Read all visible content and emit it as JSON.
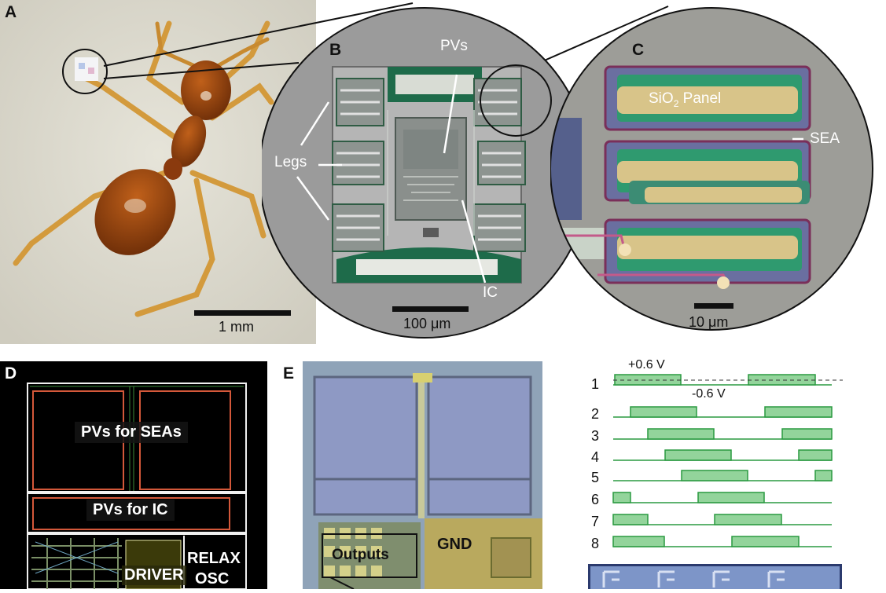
{
  "panels": {
    "a": {
      "letter": "A",
      "scalebar": "1 mm"
    },
    "b": {
      "letter": "B",
      "labels": {
        "pvs": "PVs",
        "legs": "Legs",
        "ic": "IC"
      },
      "scalebar": "100 μm"
    },
    "c": {
      "letter": "C",
      "labels": {
        "panel": "SiO",
        "panel_sub": "2",
        "panel_rest": " Panel",
        "sea": "SEA"
      },
      "scalebar": "10 μm"
    },
    "d": {
      "letter": "D",
      "labels": {
        "pvs_seas": "PVs for SEAs",
        "pvs_ic": "PVs for IC",
        "driver": "DRIVER",
        "relax": "RELAX",
        "osc": "OSC"
      }
    },
    "e": {
      "letter": "E",
      "labels": {
        "gnd": "GND",
        "outputs": "Outputs"
      }
    }
  },
  "signals": {
    "pos_voltage": "+0.6 V",
    "neg_voltage": "-0.6 V",
    "rows": [
      "1",
      "2",
      "3",
      "4",
      "5",
      "6",
      "7",
      "8"
    ],
    "high_segments": [
      [
        [
          782,
          866
        ],
        [
          952,
          1037
        ]
      ],
      [
        [
          802,
          886
        ],
        [
          973,
          1058
        ]
      ],
      [
        [
          824,
          908
        ],
        [
          995,
          1058
        ]
      ],
      [
        [
          846,
          930
        ],
        [
          1016,
          1058
        ]
      ],
      [
        [
          867,
          951
        ],
        [
          1037,
          1058
        ]
      ],
      [
        [
          780,
          802
        ],
        [
          888,
          972
        ]
      ],
      [
        [
          780,
          824
        ],
        [
          909,
          994
        ]
      ],
      [
        [
          780,
          845
        ],
        [
          931,
          1016
        ]
      ]
    ]
  },
  "colors": {
    "signal_fill": "#93d49b",
    "signal_stroke": "#2a9a40",
    "chip_gray": "#9a9a9a",
    "gold": "#d8c489",
    "layout_bg": "#000000"
  }
}
